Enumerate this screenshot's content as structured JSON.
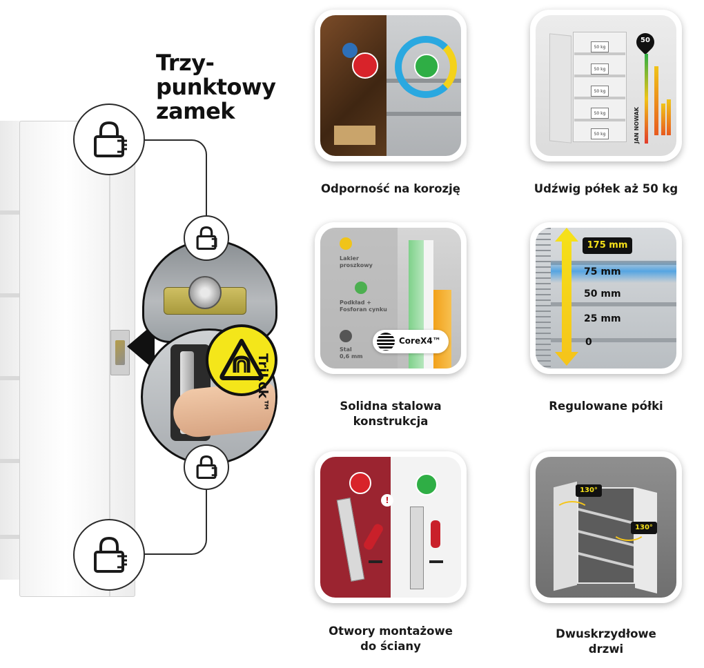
{
  "lock_section": {
    "title_lines": [
      "Trzy-",
      "punktowy",
      "zamek"
    ],
    "trilock_label": "TriLck™",
    "lock_icon": "padlock-icon",
    "badge_icon": "trilock-triangle-icon"
  },
  "features": [
    {
      "id": "corrosion",
      "caption": "Odporność na korozję",
      "icons": [
        "water-drop-icon",
        "sad-face-icon",
        "recycle-arrows-icon",
        "happy-face-icon"
      ]
    },
    {
      "id": "shelf-capacity",
      "caption": "Udźwig półek aż 50 kg",
      "weight_badge": "50",
      "weight_unit": "kg",
      "weight_label": "50 kg",
      "brand": "JAN NOWAK",
      "icons": [
        "location-pin-icon",
        "weight-icon"
      ]
    },
    {
      "id": "steel-construction",
      "caption_lines": [
        "Solidna stalowa",
        "konstrukcja"
      ],
      "layers": [
        {
          "label_lines": [
            "Lakier",
            "proszkowy"
          ],
          "icon": "spray-can-icon"
        },
        {
          "label_lines": [
            "Podkład +",
            "Fosforan cynku"
          ],
          "icon": "primer-icon"
        },
        {
          "label_lines": [
            "Stal",
            "0,6 mm"
          ],
          "icon": "steel-sheet-icon"
        }
      ],
      "badge": "CoreX4™"
    },
    {
      "id": "adjustable-shelves",
      "caption": "Regulowane półki",
      "scale_top": "175 mm",
      "scale_ticks": [
        "75 mm",
        "50 mm",
        "25 mm",
        "0"
      ],
      "icons": [
        "double-arrow-vertical-icon"
      ]
    },
    {
      "id": "wall-mounting",
      "caption_lines": [
        "Otwory montażowe",
        "do ściany"
      ],
      "warning": "!",
      "icons": [
        "sad-face-icon",
        "happy-face-icon",
        "warning-icon"
      ]
    },
    {
      "id": "double-door",
      "caption_lines": [
        "Dwuskrzydłowe",
        "drzwi"
      ],
      "angle_left": "130°",
      "angle_right": "130°",
      "icons": [
        "door-angle-arrow-icon"
      ]
    }
  ],
  "colors": {
    "accent_yellow": "#f4e61a",
    "sad_red": "#d8232a",
    "happy_green": "#2fae45",
    "outline": "#111111"
  }
}
